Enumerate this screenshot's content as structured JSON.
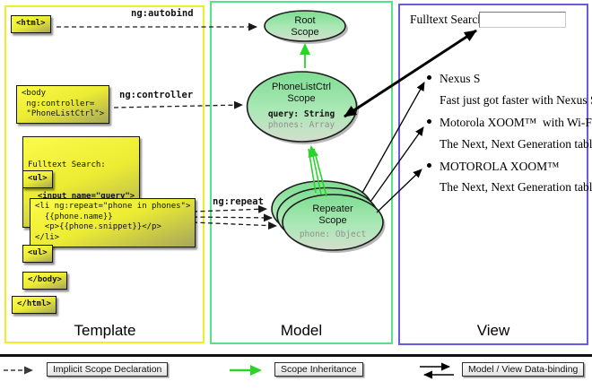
{
  "sections": {
    "template": {
      "label": "Template"
    },
    "model": {
      "label": "Model"
    },
    "view": {
      "label": "View"
    }
  },
  "template_code": {
    "html_open": "<html>",
    "body_open": "<body\n ng:controller=\n \"PhoneListCtrl\">",
    "fulltext_line1": "Fulltext Search:",
    "fulltext_line2": "  <input name=\"query\">",
    "ul_open": "<ul>",
    "li_repeat": "<li ng:repeat=\"phone in phones\">\n  {{phone.name}}\n  <p>{{phone.snippet}}</p>\n</li>",
    "ul_close": "<ul>",
    "body_close": "</body>",
    "html_close": "</html>"
  },
  "edges": {
    "autobind": "ng:autobind",
    "controller": "ng:controller",
    "repeat": "ng:repeat"
  },
  "model_scopes": {
    "root": {
      "title": "Root\nScope"
    },
    "phonelist": {
      "title": "PhoneListCtrl\nScope",
      "prop_query": "query: String",
      "prop_phones": "phones: Array"
    },
    "repeater": {
      "title": "Repeater\nScope",
      "prop_phone": "phone: Object"
    }
  },
  "view_content": {
    "search_label": "Fulltext Search:",
    "search_value": "",
    "items": [
      {
        "name": "Nexus S",
        "snippet": "Fast just got faster with Nexus S."
      },
      {
        "name": "Motorola XOOM™  with Wi-Fi",
        "snippet": "The Next, Next Generation tablet."
      },
      {
        "name": "MOTOROLA XOOM™",
        "snippet": "The Next, Next Generation tablet."
      }
    ]
  },
  "legend": {
    "implicit_label": "Implicit Scope Declaration",
    "inheritance_label": "Scope Inheritance",
    "databinding_label": "Model / View Data-binding"
  },
  "colors": {
    "template_border": "#f2ee25",
    "model_border": "#55e389",
    "view_border": "#6a5ae0",
    "code_box_yellow": "#ecec33",
    "scope_green_top": "#7edd92",
    "scope_green_bottom": "#d3decd",
    "inheritance_arrow_green": "#2bd32b"
  }
}
